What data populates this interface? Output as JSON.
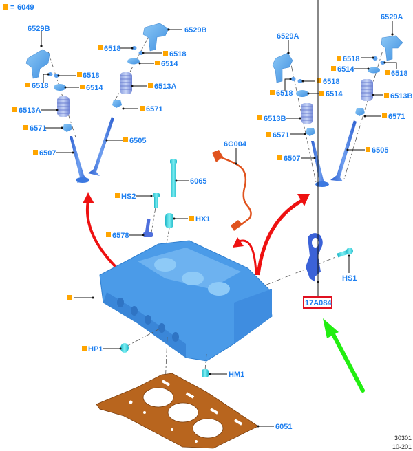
{
  "legend": {
    "symbol": "orange-square",
    "equals": "=",
    "part": "6049"
  },
  "colors": {
    "label": "#1e7ff0",
    "marker": "#ffa500",
    "part_blue": "#5aa9ec",
    "valve_blue": "#3b6fd8",
    "fastener_cyan": "#35d3dd",
    "gasket": "#b8651e",
    "wire": "#e0531e",
    "arrow_red": "#ee1111",
    "arrow_green": "#22ee11",
    "highlight_box": "#e01020"
  },
  "labels": {
    "l_6529B_left": "6529B",
    "l_6529B_right": "6529B",
    "l_6518_a": "6518",
    "l_6518_b": "6518",
    "l_6518_c": "6518",
    "l_6518_d": "6518",
    "l_6514_a": "6514",
    "l_6514_b": "6514",
    "l_6513A_a": "6513A",
    "l_6513A_b": "6513A",
    "l_6571_a": "6571",
    "l_6571_b": "6571",
    "l_6507_left": "6507",
    "l_6505_left": "6505",
    "l_6529A_left": "6529A",
    "l_6529A_right": "6529A",
    "r_6518_a": "6518",
    "r_6518_b": "6518",
    "r_6518_c": "6518",
    "r_6518_d": "6518",
    "r_6514_a": "6514",
    "r_6514_b": "6514",
    "r_6513B_a": "6513B",
    "r_6513B_b": "6513B",
    "r_6571_a": "6571",
    "r_6571_b": "6571",
    "r_6507": "6507",
    "r_6505": "6505",
    "c_6G004": "6G004",
    "c_6065": "6065",
    "c_HS2": "HS2",
    "c_HX1": "HX1",
    "c_6578": "6578",
    "c_HS1": "HS1",
    "c_17A084": "17A084",
    "c_HP1": "HP1",
    "c_HM1": "HM1",
    "c_6051": "6051"
  },
  "footer": {
    "code": "30301",
    "date": "10-201"
  }
}
